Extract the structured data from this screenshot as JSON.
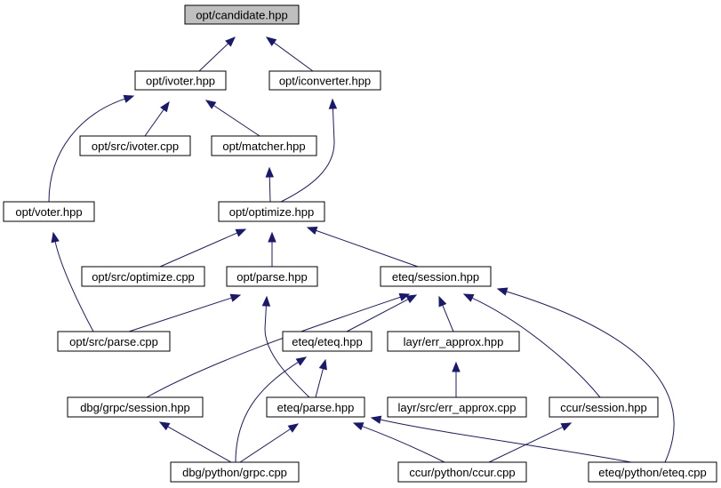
{
  "graph": {
    "nodes": [
      {
        "id": "candidate_hpp",
        "label": "opt/candidate.hpp",
        "root": true
      },
      {
        "id": "ivoter_hpp",
        "label": "opt/ivoter.hpp"
      },
      {
        "id": "iconverter_hpp",
        "label": "opt/iconverter.hpp"
      },
      {
        "id": "src_ivoter_cpp",
        "label": "opt/src/ivoter.cpp"
      },
      {
        "id": "matcher_hpp",
        "label": "opt/matcher.hpp"
      },
      {
        "id": "voter_hpp",
        "label": "opt/voter.hpp"
      },
      {
        "id": "optimize_hpp",
        "label": "opt/optimize.hpp"
      },
      {
        "id": "src_optimize_cpp",
        "label": "opt/src/optimize.cpp"
      },
      {
        "id": "parse_hpp",
        "label": "opt/parse.hpp"
      },
      {
        "id": "eteq_session_hpp",
        "label": "eteq/session.hpp"
      },
      {
        "id": "src_parse_cpp",
        "label": "opt/src/parse.cpp"
      },
      {
        "id": "eteq_eteq_hpp",
        "label": "eteq/eteq.hpp"
      },
      {
        "id": "err_approx_hpp",
        "label": "layr/err_approx.hpp"
      },
      {
        "id": "dbg_session_hpp",
        "label": "dbg/grpc/session.hpp"
      },
      {
        "id": "eteq_parse_hpp",
        "label": "eteq/parse.hpp"
      },
      {
        "id": "err_approx_cpp",
        "label": "layr/src/err_approx.cpp"
      },
      {
        "id": "ccur_session_hpp",
        "label": "ccur/session.hpp"
      },
      {
        "id": "grpc_cpp",
        "label": "dbg/python/grpc.cpp"
      },
      {
        "id": "ccur_cpp",
        "label": "ccur/python/ccur.cpp"
      },
      {
        "id": "eteq_cpp",
        "label": "eteq/python/eteq.cpp"
      }
    ],
    "edges": [
      {
        "from": "ivoter_hpp",
        "to": "candidate_hpp"
      },
      {
        "from": "iconverter_hpp",
        "to": "candidate_hpp"
      },
      {
        "from": "voter_hpp",
        "to": "ivoter_hpp"
      },
      {
        "from": "src_ivoter_cpp",
        "to": "ivoter_hpp"
      },
      {
        "from": "matcher_hpp",
        "to": "ivoter_hpp"
      },
      {
        "from": "optimize_hpp",
        "to": "iconverter_hpp"
      },
      {
        "from": "optimize_hpp",
        "to": "matcher_hpp"
      },
      {
        "from": "src_parse_cpp",
        "to": "voter_hpp"
      },
      {
        "from": "src_optimize_cpp",
        "to": "optimize_hpp"
      },
      {
        "from": "parse_hpp",
        "to": "optimize_hpp"
      },
      {
        "from": "eteq_session_hpp",
        "to": "optimize_hpp"
      },
      {
        "from": "src_parse_cpp",
        "to": "parse_hpp"
      },
      {
        "from": "eteq_parse_hpp",
        "to": "parse_hpp"
      },
      {
        "from": "dbg_session_hpp",
        "to": "eteq_session_hpp"
      },
      {
        "from": "eteq_eteq_hpp",
        "to": "eteq_session_hpp"
      },
      {
        "from": "err_approx_hpp",
        "to": "eteq_session_hpp"
      },
      {
        "from": "ccur_session_hpp",
        "to": "eteq_session_hpp"
      },
      {
        "from": "eteq_cpp",
        "to": "eteq_session_hpp"
      },
      {
        "from": "grpc_cpp",
        "to": "eteq_eteq_hpp"
      },
      {
        "from": "eteq_parse_hpp",
        "to": "eteq_eteq_hpp"
      },
      {
        "from": "err_approx_cpp",
        "to": "err_approx_hpp"
      },
      {
        "from": "grpc_cpp",
        "to": "dbg_session_hpp"
      },
      {
        "from": "grpc_cpp",
        "to": "eteq_parse_hpp"
      },
      {
        "from": "ccur_cpp",
        "to": "eteq_parse_hpp"
      },
      {
        "from": "eteq_cpp",
        "to": "eteq_parse_hpp"
      },
      {
        "from": "ccur_cpp",
        "to": "ccur_session_hpp"
      }
    ]
  }
}
